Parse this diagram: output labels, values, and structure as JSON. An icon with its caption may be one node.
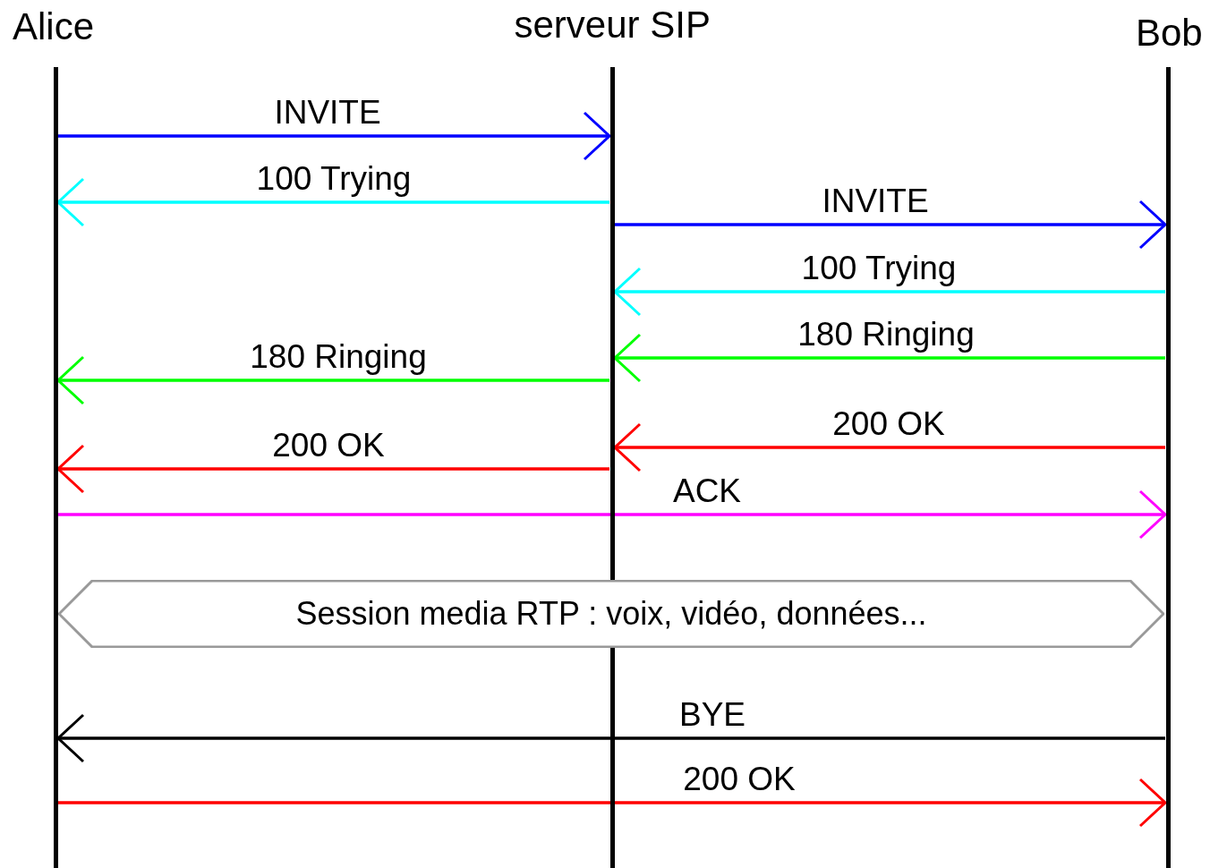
{
  "diagram": {
    "nodes": [
      {
        "text": [
          "Alice"
        ]
      },
      {
        "text": [
          "serveur SIP"
        ]
      },
      {
        "text": [
          "Bob"
        ]
      },
      {
        "text": [
          "Session media RTP : voix, vidéo, données..."
        ]
      }
    ],
    "edges": [
      {
        "from": 0,
        "to": 1,
        "arrow": "to",
        "label": "INVITE",
        "color": "#0000ff"
      },
      {
        "from": 1,
        "to": 0,
        "arrow": "to",
        "label": "100 Trying",
        "color": "#00ffff"
      },
      {
        "from": 1,
        "to": 2,
        "arrow": "to",
        "label": "INVITE",
        "color": "#0000ff"
      },
      {
        "from": 2,
        "to": 1,
        "arrow": "to",
        "label": "100 Trying",
        "color": "#00ffff"
      },
      {
        "from": 2,
        "to": 1,
        "arrow": "to",
        "label": "180 Ringing",
        "color": "#00ff00"
      },
      {
        "from": 1,
        "to": 0,
        "arrow": "to",
        "label": "180 Ringing",
        "color": "#00ff00"
      },
      {
        "from": 2,
        "to": 1,
        "arrow": "to",
        "label": "200 OK",
        "color": "#ff0000"
      },
      {
        "from": 1,
        "to": 0,
        "arrow": "to",
        "label": "200 OK",
        "color": "#ff0000"
      },
      {
        "from": 0,
        "to": 2,
        "arrow": "to",
        "label": "ACK",
        "color": "#ff00ff"
      },
      {
        "from": 2,
        "to": 0,
        "arrow": "to",
        "label": "BYE",
        "color": "#000000"
      },
      {
        "from": 0,
        "to": 2,
        "arrow": "to",
        "label": "200 OK",
        "color": "#ff0000"
      }
    ]
  }
}
